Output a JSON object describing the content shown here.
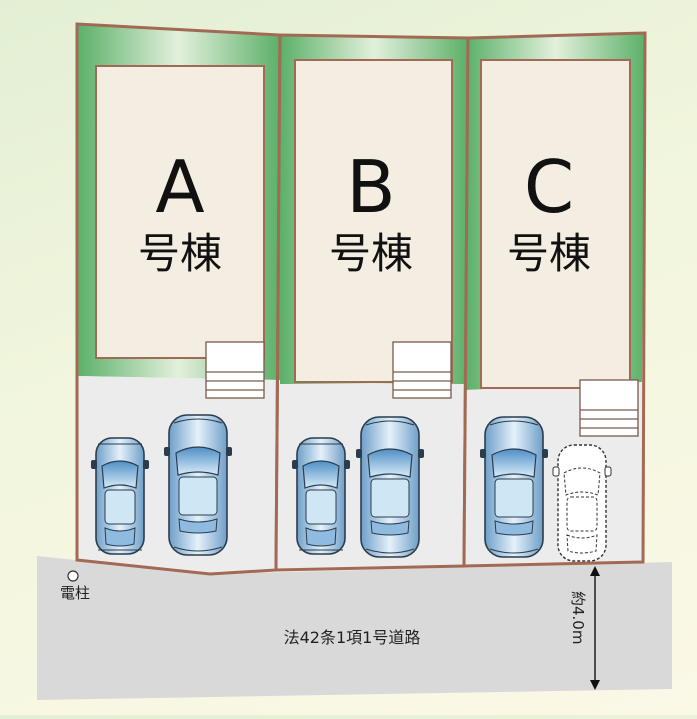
{
  "lots": [
    {
      "letter": "A",
      "label": "号棟"
    },
    {
      "letter": "B",
      "label": "号棟"
    },
    {
      "letter": "C",
      "label": "号棟"
    }
  ],
  "road": {
    "name": "法42条1項1号道路",
    "width_label": "約4.0m"
  },
  "pole": {
    "label": "電柱"
  },
  "colors": {
    "lot_border": "#a26a55",
    "building_fill": "#f4ede2",
    "green": "#5bb068",
    "parking": "#ececec",
    "road": "#d9d9d9",
    "car_blue": "#9ec9e6"
  }
}
